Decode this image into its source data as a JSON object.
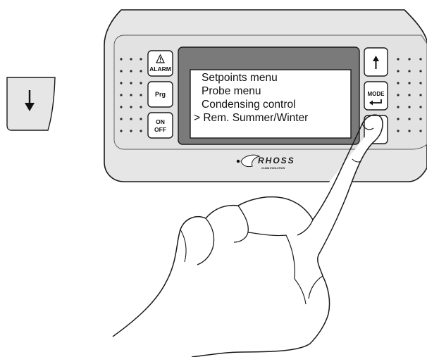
{
  "device": {
    "buttons": {
      "alarm": "ALARM",
      "prg": "Prg",
      "on_off_line1": "ON",
      "on_off_line2": "OFF",
      "mode": "MODE"
    },
    "display": {
      "lines": [
        "Setpoints menu",
        "Probe menu",
        "Condensing control",
        "> Rem. Summer/Winter"
      ]
    },
    "logo": {
      "brand": "RHOSS",
      "tagline": "CLIMA EVOLUTION"
    }
  },
  "side_key": {
    "icon": "down-arrow-icon"
  },
  "icons": {
    "alarm": "warning-triangle-icon",
    "up": "up-arrow-icon",
    "mode": "enter-arrow-icon"
  },
  "colors": {
    "panel": "#e6e6e6",
    "lcd_frame": "#7a7a7a",
    "lcd_screen": "#ffffff",
    "outline": "#1a1a1a"
  }
}
